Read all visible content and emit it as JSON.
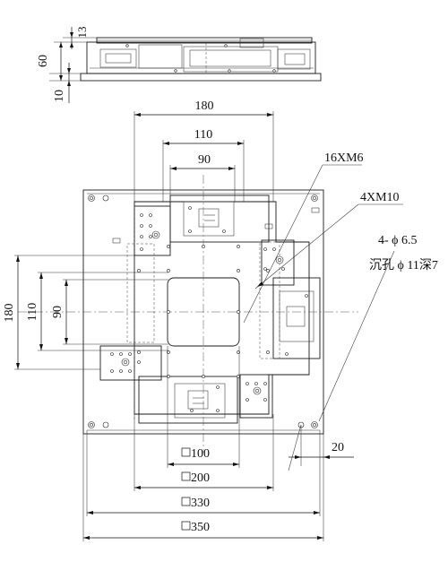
{
  "side_view": {
    "dims": {
      "top_gap": "13",
      "height": "60",
      "base": "10"
    }
  },
  "top_view": {
    "horizontal_dims": {
      "d180": "180",
      "d110": "110",
      "d90": "90"
    },
    "vertical_dims": {
      "d180": "180",
      "d110": "110",
      "d90": "90"
    },
    "callouts": {
      "tapped_holes_16": "16XM6",
      "tapped_holes_4": "4XM10",
      "mount_holes_line1": "4- ϕ 6.5",
      "mount_holes_line2": "沉孔 ϕ 11深7"
    },
    "edge_offset": "20",
    "bottom_dims": {
      "d100": "100",
      "d200": "200",
      "d330": "330",
      "d350": "350"
    }
  }
}
